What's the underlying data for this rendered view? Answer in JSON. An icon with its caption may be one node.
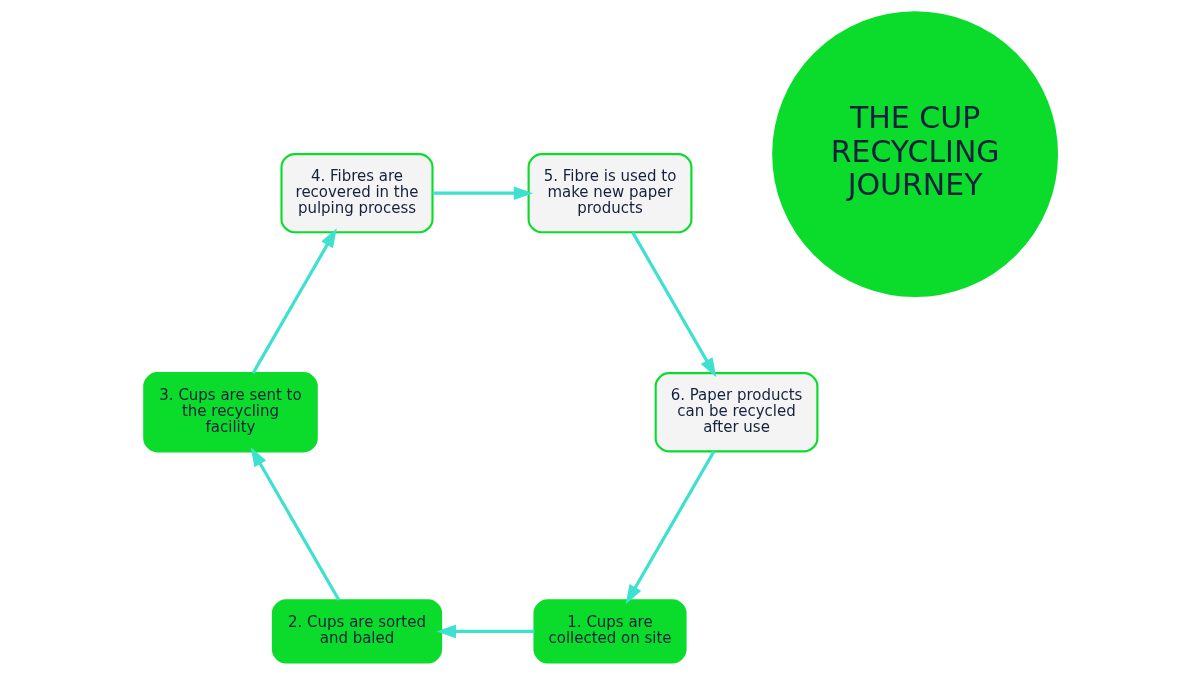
{
  "diagram": {
    "nodes": [
      {
        "text": [
          "THE CUP RECYCLING JOURNEY"
        ]
      },
      {
        "text": [
          "1. Cups are collected on site"
        ]
      },
      {
        "text": [
          "2. Cups are sorted and baled"
        ]
      },
      {
        "text": [
          "3. Cups are sent to the recycling facility"
        ]
      },
      {
        "text": [
          "4. Fibres are recovered in the pulping process"
        ]
      },
      {
        "text": [
          "5. Fibre is used to make new paper products"
        ]
      },
      {
        "text": [
          "6. Paper products can be recycled after use"
        ]
      }
    ],
    "edges": [
      {
        "from": 1,
        "to": 2,
        "arrow": "to"
      },
      {
        "from": 2,
        "to": 3,
        "arrow": "to"
      },
      {
        "from": 3,
        "to": 4,
        "arrow": "to"
      },
      {
        "from": 4,
        "to": 5,
        "arrow": "to"
      },
      {
        "from": 5,
        "to": 6,
        "arrow": "to"
      },
      {
        "from": 6,
        "to": 1,
        "arrow": "to"
      }
    ]
  }
}
